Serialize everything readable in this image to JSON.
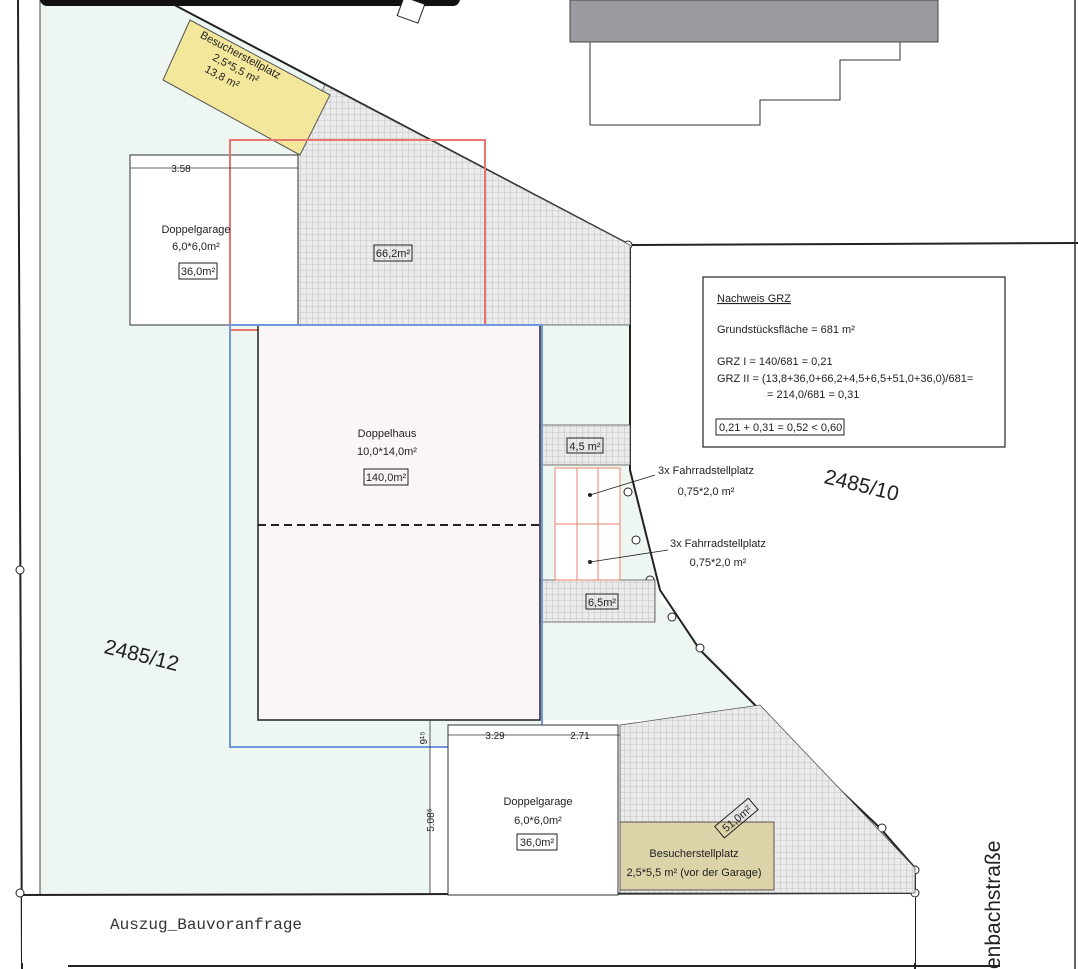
{
  "parcels": {
    "left": "2485/12",
    "right": "2485/10"
  },
  "street": "enbachstraße",
  "footer": "Auszug_Bauvoranfrage",
  "areas": {
    "guest_top": {
      "title": "Besucherstellplatz",
      "dims": "2,5*5,5 m²",
      "area": "13,8 m²"
    },
    "garage_top": {
      "title": "Doppelgarage",
      "dims": "6,0*6,0m²",
      "area": "36,0m²",
      "width": "3.58"
    },
    "paved_top": {
      "area": "66,2m²"
    },
    "house": {
      "title": "Doppelhaus",
      "dims": "10,0*14,0m²",
      "area": "140,0m²"
    },
    "small_1": {
      "area": "4,5 m²"
    },
    "small_2": {
      "area": "6,5m²"
    },
    "bike_1": {
      "title": "3x Fahrradstellplatz",
      "dims": "0,75*2,0 m²"
    },
    "bike_2": {
      "title": "3x Fahrradstellplatz",
      "dims": "0,75*2,0 m²"
    },
    "garage_bottom": {
      "title": "Doppelgarage",
      "dims": "6,0*6,0m²",
      "area": "36,0m²"
    },
    "guest_bottom": {
      "title": "Besucherstellplatz",
      "dims": "2,5*5,5 m² (vor der Garage)",
      "area": "51,0m²"
    }
  },
  "dimensions": {
    "d1": "3.29",
    "d2": "2.71",
    "d3": "9¹⁵",
    "d4": "5.08⁵"
  },
  "grz": {
    "title": "Nachweis GRZ",
    "plot": "Grundstücksfläche = 681 m²",
    "grz1": "GRZ I = 140/681 = 0,21",
    "grz2a": "GRZ II = (13,8+36,0+66,2+4,5+6,5+51,0+36,0)/681=",
    "grz2b": "= 214,0/681 = 0,31",
    "result": "0,21 + 0,31 = 0,52 < 0,60"
  },
  "colors": {
    "lawn": "#eef6f1",
    "guest_yellow": "#f2e79a",
    "guest_tan": "#dcd3a8",
    "hatch": "#cfcfcf",
    "red_frame": "#e8766f",
    "blue_frame": "#6f98dd",
    "bike_red": "#e8866a",
    "roof_gray": "#9a9aa0"
  }
}
